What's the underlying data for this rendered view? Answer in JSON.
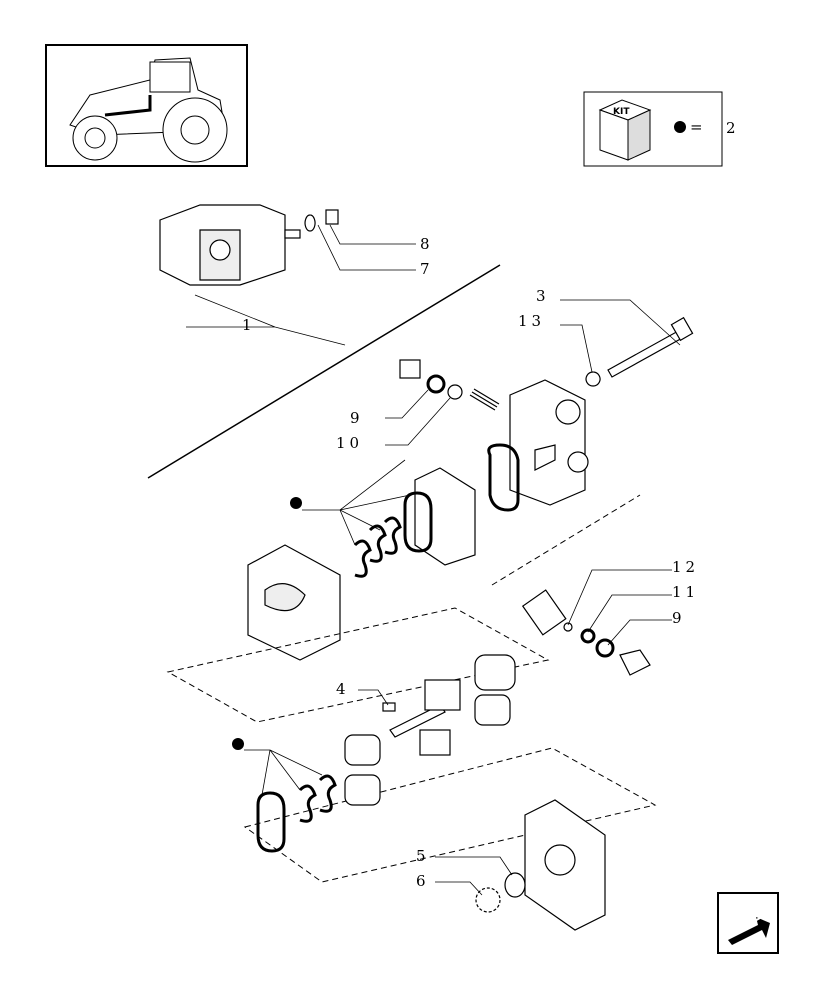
{
  "kit_legend": {
    "kit_label": "KIT",
    "equals": "=",
    "value": "2"
  },
  "callouts": {
    "c1": "1",
    "c2": "2",
    "c3": "3",
    "c4": "4",
    "c5": "5",
    "c6": "6",
    "c7": "7",
    "c8": "8",
    "c9a": "9",
    "c9b": "9",
    "c10": "10",
    "c11": "11",
    "c12": "12",
    "c13": "13"
  },
  "icons": {
    "thumbnail": "tractor-thumbnail-icon",
    "kit_box": "kit-box-icon",
    "kit_dot": "kit-dot-icon",
    "nav": "previous-page-arrow-icon"
  }
}
